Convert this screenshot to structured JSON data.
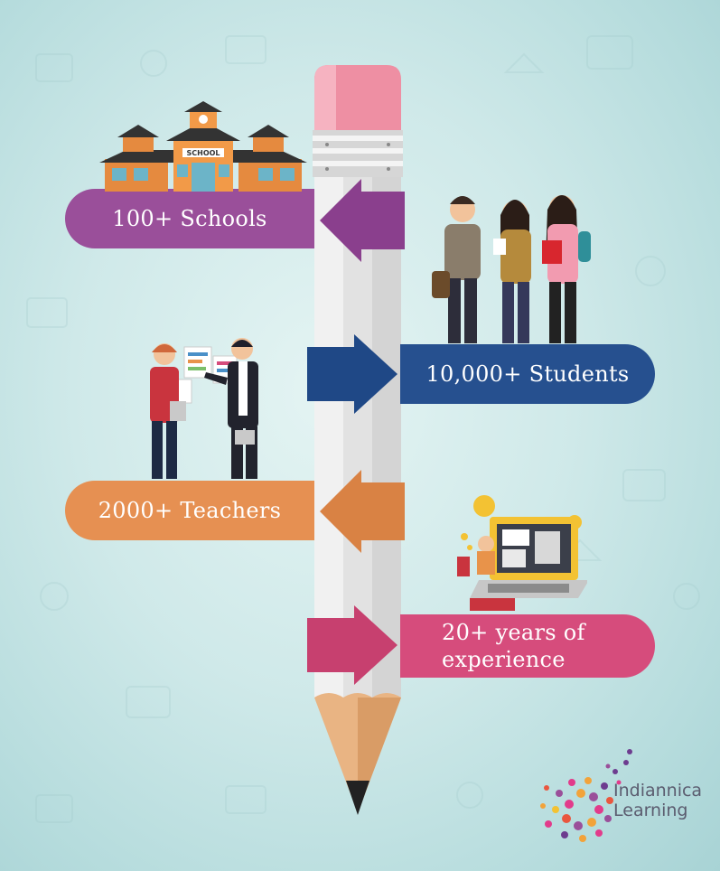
{
  "stats": {
    "schools": "100+ Schools",
    "students": "10,000+ Students",
    "teachers": "2000+ Teachers",
    "experience_line1": "20+ years of",
    "experience_line2": "experience"
  },
  "illustrations": {
    "school_sign": "SCHOOL",
    "school_icon": "school-building-icon",
    "students_icon": "students-group-icon",
    "teachers_icon": "teachers-presentation-icon",
    "experience_icon": "laptop-learning-icon"
  },
  "brand": {
    "name_line1": "Indiannica",
    "name_line2": "Learning"
  },
  "colors": {
    "schools": "#9a4f9a",
    "students": "#26508f",
    "teachers": "#e69052",
    "experience": "#d64c7c",
    "eraser": "#ee8fa3",
    "pencil_body": "#f2f2f2",
    "pencil_wood": "#e9b483"
  }
}
